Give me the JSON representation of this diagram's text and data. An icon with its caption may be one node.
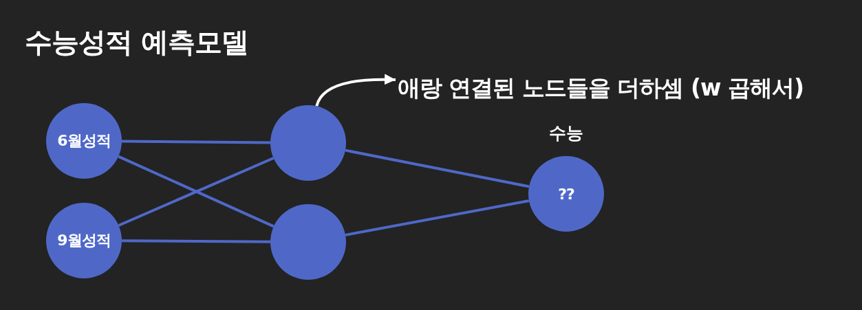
{
  "diagram": {
    "title": "수능성적 예측모델",
    "nodes": [
      {
        "text": [
          "6월성적"
        ]
      },
      {
        "text": [
          "9월성적"
        ]
      },
      {
        "text": [],
        "shape": "circle"
      },
      {
        "text": [],
        "shape": "circle"
      },
      {
        "text": [
          "??"
        ],
        "beside": [
          "수능"
        ]
      },
      {
        "text": [
          "애랑 연결된 노드들을 더하셈 (w 곱해서)"
        ]
      }
    ],
    "edges": [
      {
        "from": 0,
        "to": 2,
        "arrow": "none"
      },
      {
        "from": 0,
        "to": 3,
        "arrow": "none"
      },
      {
        "from": 1,
        "to": 2,
        "arrow": "none"
      },
      {
        "from": 1,
        "to": 3,
        "arrow": "none"
      },
      {
        "from": 2,
        "to": 4,
        "arrow": "none"
      },
      {
        "from": 3,
        "to": 4,
        "arrow": "none"
      },
      {
        "from": 2,
        "to": 5,
        "arrow": "to",
        "color": "#ffffff"
      }
    ]
  }
}
